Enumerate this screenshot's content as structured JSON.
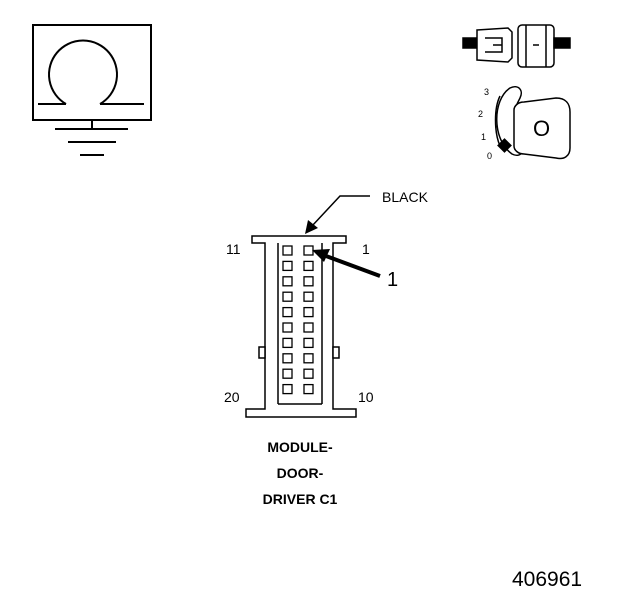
{
  "color_label": "BLACK",
  "callout": "1",
  "pins": {
    "top_left": "11",
    "top_right": "1",
    "bottom_left": "20",
    "bottom_right": "10"
  },
  "title_lines": [
    "MODULE-",
    "DOOR-",
    "DRIVER C1"
  ],
  "ignition_positions": [
    "3",
    "2",
    "1",
    "0"
  ],
  "key_letter": "O",
  "figure_number": "406961",
  "icons": [
    "ground-symbol-icon",
    "connector-icon",
    "ignition-key-icon"
  ]
}
